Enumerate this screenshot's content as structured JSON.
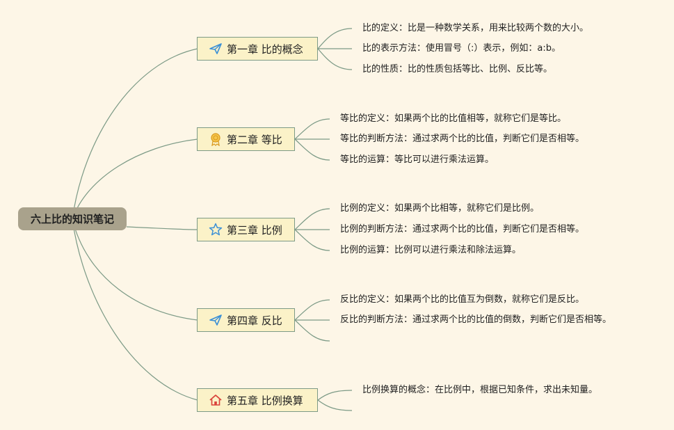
{
  "root": {
    "title": "六上比的知识笔记"
  },
  "chapters": [
    {
      "icon": "paper-plane-icon",
      "title": "第一章 比的概念",
      "items": [
        "比的定义：比是一种数学关系，用来比较两个数的大小。",
        "比的表示方法：使用冒号（:）表示，例如：a:b。",
        "比的性质：比的性质包括等比、比例、反比等。"
      ]
    },
    {
      "icon": "award-ribbon-icon",
      "title": "第二章 等比",
      "items": [
        "等比的定义：如果两个比的比值相等，就称它们是等比。",
        "等比的判断方法：通过求两个比的比值，判断它们是否相等。",
        "等比的运算：等比可以进行乘法运算。"
      ]
    },
    {
      "icon": "star-icon",
      "title": "第三章 比例",
      "items": [
        "比例的定义：如果两个比相等，就称它们是比例。",
        "比例的判断方法：通过求两个比的比值，判断它们是否相等。",
        "比例的运算：比例可以进行乘法和除法运算。"
      ]
    },
    {
      "icon": "paper-plane-icon",
      "title": "第四章 反比",
      "items": [
        "反比的定义：如果两个比的比值互为倒数，就称它们是反比。",
        "反比的判断方法：通过求两个比的比值的倒数，判断它们是否相等。",
        ""
      ]
    },
    {
      "icon": "house-icon",
      "title": "第五章 比例换算",
      "items": [
        "比例换算的概念：在比例中，根据已知条件，求出未知量。",
        ""
      ]
    }
  ],
  "colors": {
    "background": "#fdf6e7",
    "root_fill": "#a9a28c",
    "chapter_fill": "#fbf2c8",
    "line": "#7c9a86"
  }
}
